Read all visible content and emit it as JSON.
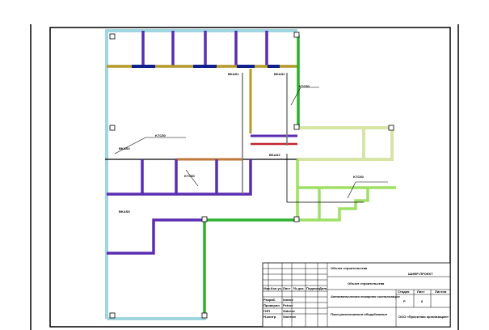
{
  "drawing": {
    "colors": {
      "wall": "#9fd6e0",
      "purple": "#5b2db0",
      "olive": "#b39a2a",
      "green": "#2db02d",
      "lightgreen": "#9ee064",
      "beige": "#d6e4a6",
      "red": "#c0262c",
      "blue": "#10208a",
      "brown": "#c0783a"
    },
    "labels": {
      "bkas1": "BKAS1",
      "bkas2": "BKAS2",
      "bkas3": "BKAS3",
      "bkas4": "BKAS4",
      "bkas5": "BKAS5",
      "kts1": "KTC50",
      "kts2": "KTC50",
      "kts3": "KTC50",
      "kts4": "KTC50"
    }
  },
  "title_block": {
    "header_cols": [
      "Изм.",
      "Кол.уч.",
      "Лист",
      "№ док.",
      "Подпись",
      "Дата"
    ],
    "roles": [
      "Разраб.",
      "Проверил",
      "ГИП",
      "Н.контр."
    ],
    "names": [
      "Ivanov",
      "Petrov",
      "Sidorov",
      "Smirnov"
    ],
    "project_code": "ШИФР-ПРОЕКТ",
    "project_title": "Объект строительства",
    "sheet_title": "Автоматическая пожарная сигнализация",
    "plan_title": "План расположения оборудования",
    "stage_label": "Стадия",
    "sheet_label": "Лист",
    "sheets_label": "Листов",
    "stage": "Р",
    "sheet": "6",
    "org": "ООО «Проектная организация»"
  }
}
